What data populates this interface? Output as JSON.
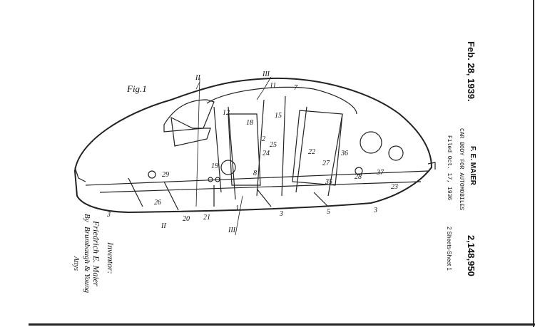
{
  "header": {
    "date": "Feb. 28, 1939.",
    "inventor_name": "F. E. MAIER",
    "title": "CAR BODY FOR AUTOMOBILES",
    "filed": "Filed Oct. 17, 1936",
    "patent_number": "2,148,950",
    "sheets": "2 Sheets-Sheet 1"
  },
  "figure": {
    "label": "Fig.1",
    "reference_numerals": [
      "II",
      "III",
      "11",
      "7",
      "12",
      "18",
      "15",
      "2",
      "25",
      "24",
      "22",
      "36",
      "27",
      "28",
      "37",
      "23",
      "35",
      "19",
      "8",
      "29",
      "26",
      "20",
      "21",
      "3",
      "5",
      "1",
      "II",
      "III",
      "3",
      "5",
      "3"
    ]
  },
  "signature": {
    "heading": "Inventor:",
    "inventor": "Friedrich E. Maier",
    "by": "By",
    "attorney": "Brumbaugh & Young",
    "suffix": "Attys"
  }
}
